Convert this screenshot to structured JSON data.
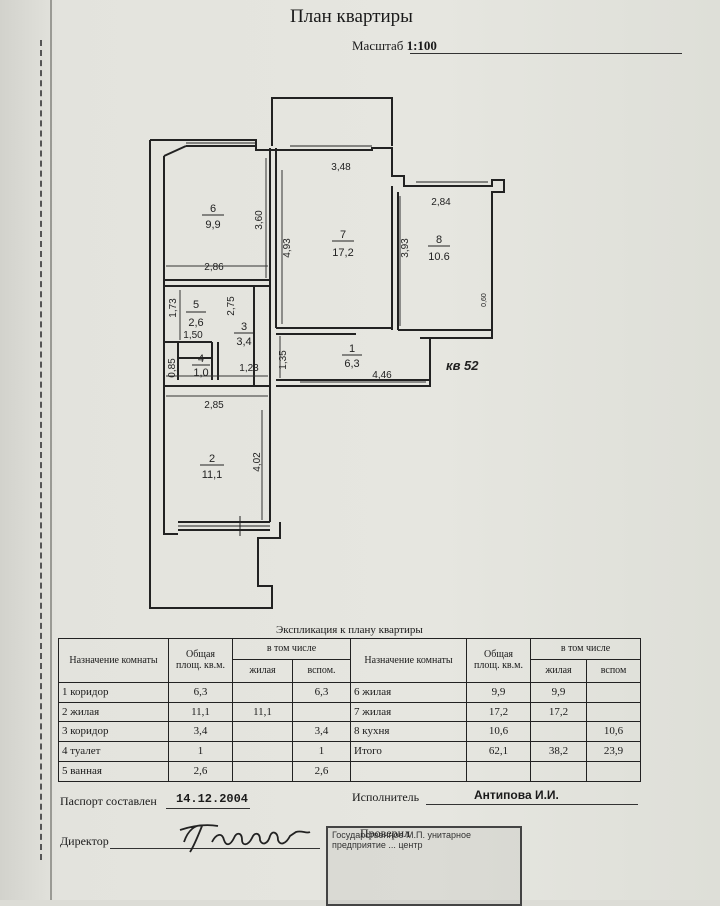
{
  "header": {
    "title": "План квартиры",
    "scale_label": "Масштаб",
    "scale_value": "1:100"
  },
  "plan": {
    "apartment_label": "кв 52",
    "rooms": [
      {
        "number": "6",
        "area": "9,9"
      },
      {
        "number": "7",
        "area": "17,2"
      },
      {
        "number": "8",
        "area": "10.6"
      },
      {
        "number": "5",
        "area": "2,6"
      },
      {
        "number": "3",
        "area": "3,4"
      },
      {
        "number": "4",
        "area": "1,0"
      },
      {
        "number": "1",
        "area": "6,3"
      },
      {
        "number": "2",
        "area": "11,1"
      }
    ],
    "dimensions": [
      "3,48",
      "2,84",
      "3,60",
      "4,93",
      "3,93",
      "2,86",
      "1,73",
      "2,75",
      "1,50",
      "0,85",
      "1,23",
      "1,35",
      "4,46",
      "2,85",
      "4,02",
      "0,60"
    ]
  },
  "explication": {
    "title": "Экспликация к плану квартиры",
    "headers": {
      "room_purpose": "Назначение комнаты",
      "total_area": "Общая площ. кв.м.",
      "including": "в том числе",
      "living": "жилая",
      "auxiliary": "вспом."
    },
    "left_rows": [
      {
        "name": "1 коридор",
        "total": "6,3",
        "living": "",
        "aux": "6,3"
      },
      {
        "name": "2 жилая",
        "total": "11,1",
        "living": "11,1",
        "aux": ""
      },
      {
        "name": "3 коридор",
        "total": "3,4",
        "living": "",
        "aux": "3,4"
      },
      {
        "name": "4 туалет",
        "total": "1",
        "living": "",
        "aux": "1"
      },
      {
        "name": "5 ванная",
        "total": "2,6",
        "living": "",
        "aux": "2,6"
      }
    ],
    "right_rows": [
      {
        "name": "6 жилая",
        "total": "9,9",
        "living": "9,9",
        "aux": ""
      },
      {
        "name": "7 жилая",
        "total": "17,2",
        "living": "17,2",
        "aux": ""
      },
      {
        "name": "8 кухня",
        "total": "10,6",
        "living": "",
        "aux": "10,6"
      },
      {
        "name": "Итого",
        "total": "62,1",
        "living": "38,2",
        "aux": "23,9"
      },
      {
        "name": "",
        "total": "",
        "living": "",
        "aux": ""
      }
    ],
    "right_auxiliary_header": "вспом"
  },
  "footer": {
    "passport_label": "Паспорт составлен",
    "passport_date": "14.12.2004",
    "executor_label": "Исполнитель",
    "executor_name": "Антипова И.И.",
    "director_label": "Директор",
    "checked_label": "Проверил",
    "stamp_text": "Государственное М.П. унитарное предприятие ... центр"
  }
}
